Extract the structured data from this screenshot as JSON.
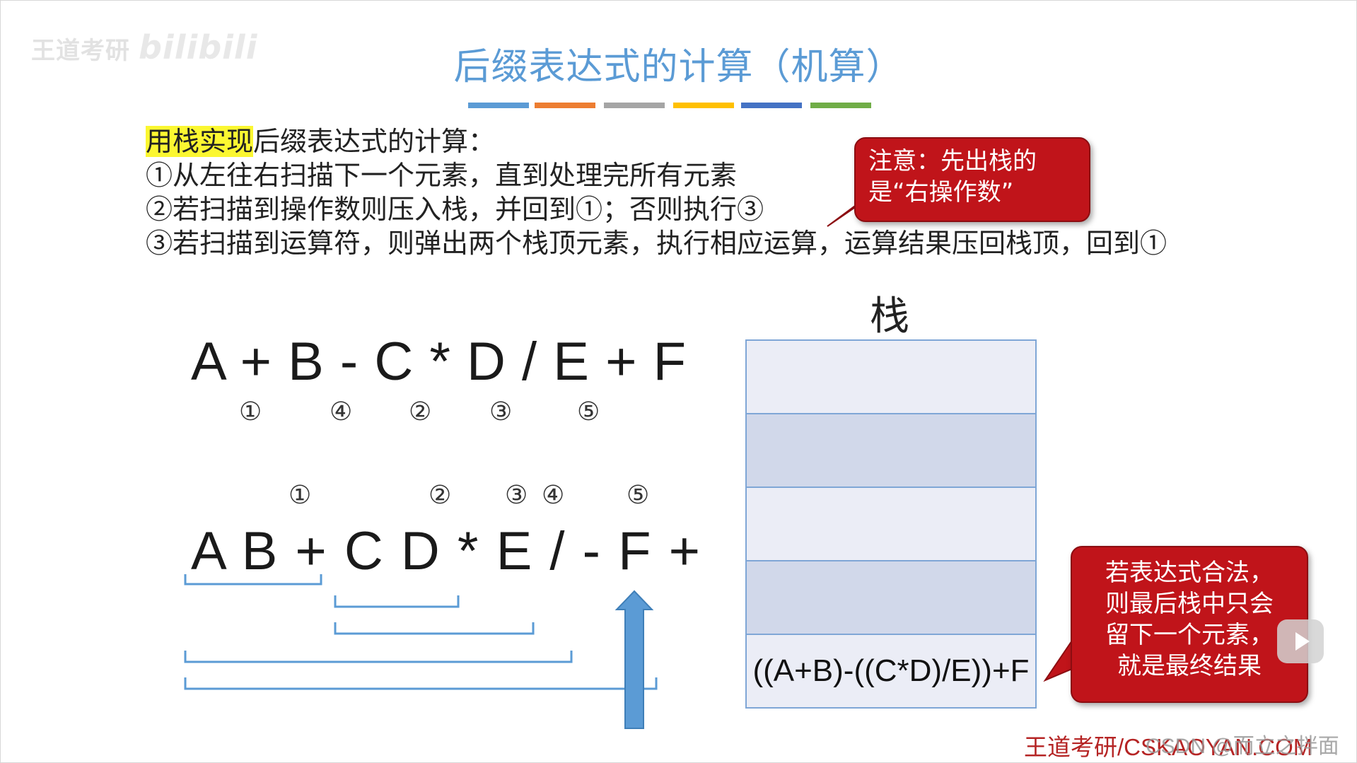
{
  "watermark": {
    "text": "王道考研",
    "site": "bilibili"
  },
  "title": "后缀表达式的计算（机算）",
  "color_bar": [
    "#5b9bd5",
    "#ed7d31",
    "#a5a5a5",
    "#ffc000",
    "#4472c4",
    "#70ad47"
  ],
  "body": {
    "highlight": "用栈实现",
    "line1_rest": "后缀表达式的计算：",
    "step1": "①从左往右扫描下一个元素，直到处理完所有元素",
    "step2": "②若扫描到操作数则压入栈，并回到①；否则执行③",
    "step3": "③若扫描到运算符，则弹出两个栈顶元素，执行相应运算，运算结果压回栈顶，回到①"
  },
  "callout_top": {
    "line1": "注意：先出栈的",
    "line2": "是“右操作数”"
  },
  "infix": {
    "expression": "A + B - C * D / E + F",
    "markers": [
      "①",
      "④",
      "②",
      "③",
      "⑤"
    ]
  },
  "postfix": {
    "expression": "A B + C D * E / - F +",
    "markers": [
      "①",
      "②",
      "③",
      "④",
      "⑤"
    ]
  },
  "stack": {
    "title": "栈",
    "cells": [
      "",
      "",
      "",
      "",
      "((A+B)-((C*D)/E))+F"
    ]
  },
  "callout_right": {
    "line1": "若表达式合法，",
    "line2": "则最后栈中只会",
    "line3": "留下一个元素，",
    "line4": "就是最终结果"
  },
  "footer": {
    "main": "王道考研/CSKAOYAN.COM",
    "overlay": "CSDN @而立之拌面"
  },
  "icons": [
    "play-icon",
    "up-arrow-icon"
  ]
}
